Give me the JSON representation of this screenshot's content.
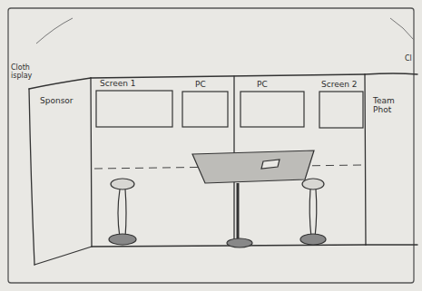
{
  "diagram": {
    "nodes": [
      {
        "text": [
          "Sponsor"
        ]
      },
      {
        "text": [
          "Screen 1"
        ]
      },
      {
        "text": [
          "PC"
        ]
      },
      {
        "text": [
          "PC"
        ]
      },
      {
        "text": [
          "Screen 2"
        ]
      },
      {
        "text": [
          "Team Phot"
        ]
      }
    ],
    "labels": [
      "Cloth isplay",
      "Cl"
    ]
  }
}
